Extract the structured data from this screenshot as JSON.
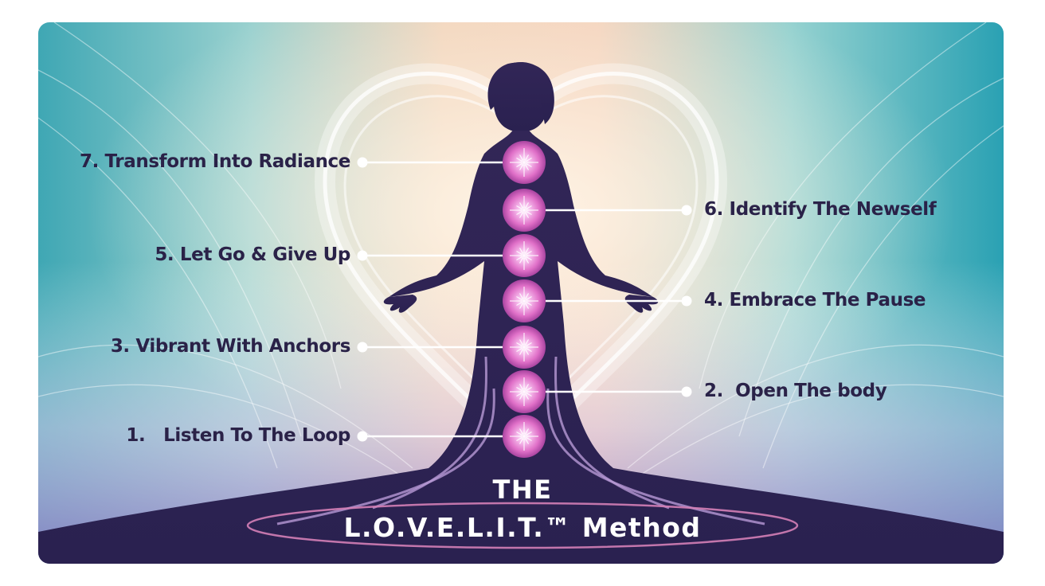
{
  "title": {
    "line1": "THE",
    "line2": "L.O.V.E.L.I.T.™ Method"
  },
  "steps": [
    {
      "label": "7. Transform Into Radiance",
      "side": "left"
    },
    {
      "label": "6. Identify The Newself",
      "side": "right"
    },
    {
      "label": "5. Let Go & Give Up",
      "side": "left"
    },
    {
      "label": "4. Embrace The Pause",
      "side": "right"
    },
    {
      "label": "3. Vibrant With Anchors",
      "side": "left"
    },
    {
      "label": "2.  Open The body",
      "side": "right"
    },
    {
      "label": "1.   Listen To The Loop",
      "side": "left"
    }
  ],
  "colors": {
    "silhouette": "#2f2552",
    "chakra": "#e070c8",
    "label_text": "#2a2248",
    "title_text": "#ffffff",
    "connector": "#ffffff"
  }
}
